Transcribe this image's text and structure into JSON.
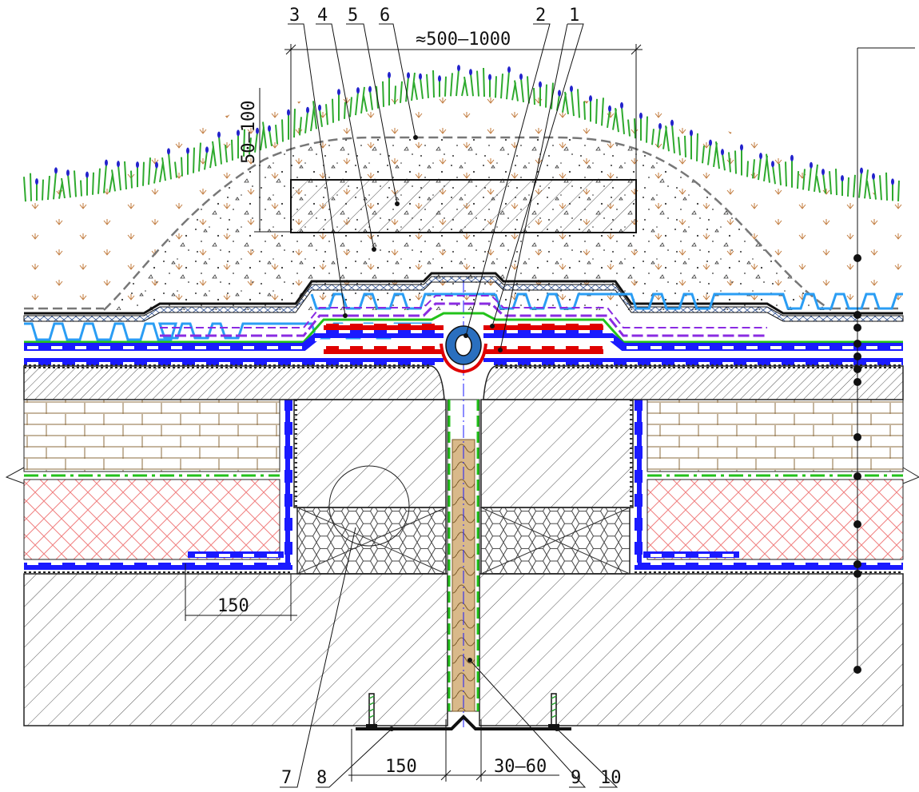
{
  "callouts": [
    "1",
    "2",
    "3",
    "4",
    "5",
    "6",
    "7",
    "8",
    "9",
    "10"
  ],
  "dimensions": {
    "top_width": "≈500–1000",
    "soil_thickness": "50–100",
    "lap_left": "150",
    "bottom_lap": "150",
    "joint_width": "30–60"
  },
  "colors": {
    "membrane_blue": "#1a1aff",
    "membrane_red": "#e00000",
    "drain_cyan": "#2a9df4",
    "separator_purple": "#8a2be2",
    "filter_green": "#22c21a",
    "insulation_pink": "#f08080",
    "concrete_hatch": "#444444",
    "brick_brown": "#8b6b3e",
    "grass_green": "#2eaa2e",
    "grass_flower": "#2222cc",
    "soil_mark": "#c0783a",
    "foam_tan": "#d9b98a"
  },
  "icons": [
    "grass-icon",
    "drain-pipe-icon",
    "anchor-bolt-icon",
    "callout-dot-icon"
  ]
}
